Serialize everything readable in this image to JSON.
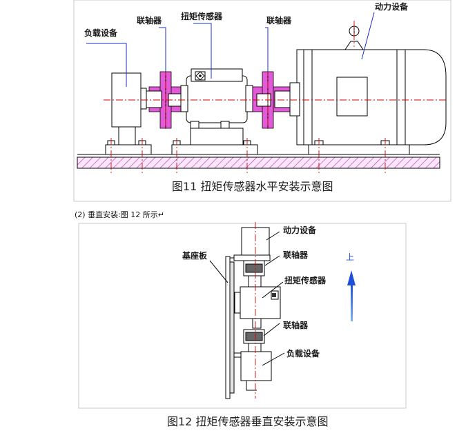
{
  "fig11": {
    "labels": {
      "load": "负载设备",
      "coupling_left": "联轴器",
      "torque_sensor": "扭矩传感器",
      "coupling_right": "联轴器",
      "power": "动力设备"
    },
    "caption": "图11 扭矩传感器水平安装示意图"
  },
  "section_note": "(2) 垂直安装:图 12 所示↵",
  "fig12": {
    "labels": {
      "power": "动力设备",
      "base_plate": "基座板",
      "coupling_top": "联轴器",
      "torque_sensor": "扭矩传感器",
      "coupling_bottom": "联轴器",
      "load": "负载设备",
      "up": "上"
    },
    "caption": "图12 扭矩传感器垂直安装示意图"
  },
  "colors": {
    "label_leader": "#1a2ccc",
    "center_line": "#d00000",
    "coupling_fill": "#e25ad8",
    "base_hatch": "#b040b0",
    "up_arrow": "#2a5fd0"
  }
}
